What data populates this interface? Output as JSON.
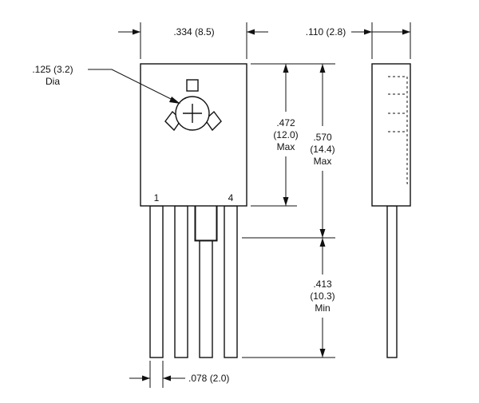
{
  "dimensions": {
    "hole": {
      "line1": ".125 (3.2)",
      "line2": "Dia"
    },
    "body_width": ".334 (8.5)",
    "side_thickness": ".110 (2.8)",
    "body_height": {
      "line1": ".472",
      "line2": "(12.0)",
      "line3": "Max"
    },
    "overall_height": {
      "line1": ".570",
      "line2": "(14.4)",
      "line3": "Max"
    },
    "lead_length": {
      "line1": ".413",
      "line2": "(10.3)",
      "line3": "Min"
    },
    "lead_width": ".078 (2.0)"
  },
  "pins": {
    "first": "1",
    "last": "4"
  }
}
